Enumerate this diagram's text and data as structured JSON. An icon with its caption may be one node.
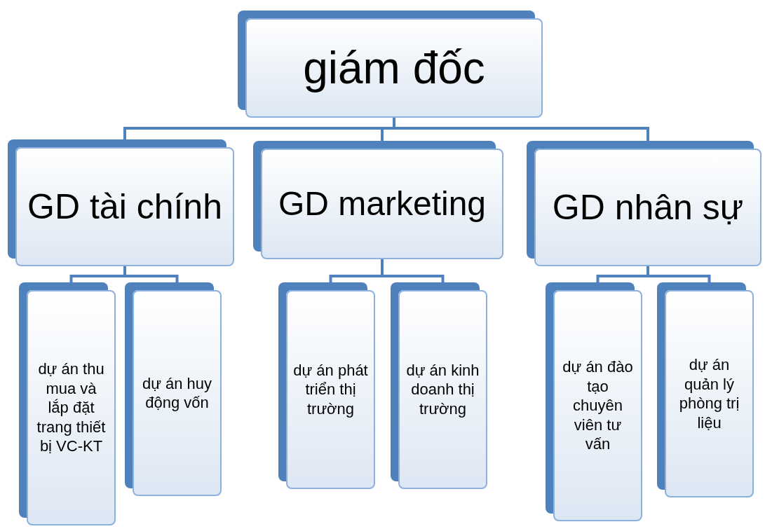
{
  "diagram": {
    "nodes": [
      {
        "text": [
          "giám đốc"
        ]
      },
      {
        "text": [
          "GD tài chính"
        ]
      },
      {
        "text": [
          "GD marketing"
        ]
      },
      {
        "text": [
          "GD  nhân sự"
        ]
      },
      {
        "text": [
          "dự án thu mua và lắp đặt trang thiết bị VC-KT"
        ]
      },
      {
        "text": [
          "dự án huy động vốn"
        ]
      },
      {
        "text": [
          "dự án phát triển thị trường"
        ]
      },
      {
        "text": [
          "dự án kinh doanh thị trường"
        ]
      },
      {
        "text": [
          "dự án đào tạo chuyên viên tư vấn"
        ]
      },
      {
        "text": [
          "dự án quản lý phòng trị liệu"
        ]
      }
    ],
    "edges": [
      {
        "from": 0,
        "to": 1,
        "arrow": "none"
      },
      {
        "from": 0,
        "to": 2,
        "arrow": "none"
      },
      {
        "from": 0,
        "to": 3,
        "arrow": "none"
      },
      {
        "from": 1,
        "to": 4,
        "arrow": "none"
      },
      {
        "from": 1,
        "to": 5,
        "arrow": "none"
      },
      {
        "from": 2,
        "to": 6,
        "arrow": "none"
      },
      {
        "from": 2,
        "to": 7,
        "arrow": "none"
      },
      {
        "from": 3,
        "to": 8,
        "arrow": "none"
      },
      {
        "from": 3,
        "to": 9,
        "arrow": "none"
      }
    ]
  }
}
